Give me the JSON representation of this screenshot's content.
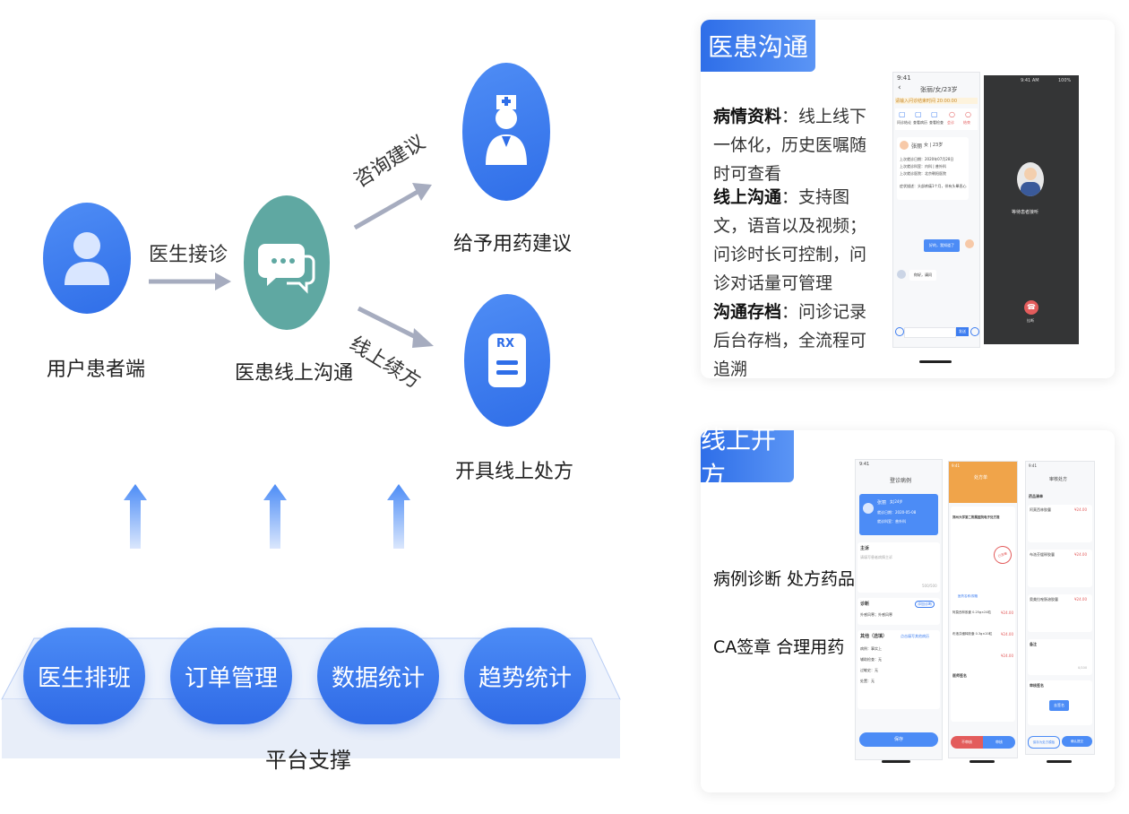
{
  "flow": {
    "patient": "用户患者端",
    "accept": "医生接诊",
    "comm": "医患线上沟通",
    "consult": "咨询建议",
    "renew": "线上续方",
    "advice": "给予用药建议",
    "prescribe": "开具线上处方",
    "rx": "RX"
  },
  "platform": {
    "items": [
      "医生排班",
      "订单管理",
      "数据统计",
      "趋势统计"
    ],
    "label": "平台支撑"
  },
  "card1": {
    "tag": "医患沟通",
    "items": [
      {
        "title": "病情资料",
        "text": "：线上线下一体化，历史医嘱随时可查看"
      },
      {
        "title": "线上沟通",
        "text": "：支持图文，语音以及视频；问诊时长可控制，问诊对话量可管理"
      },
      {
        "title": "沟通存档",
        "text": "：问诊记录后台存档，全流程可追溯"
      }
    ],
    "phone1": {
      "time": "9:41",
      "title": "张丽/女/23岁",
      "banner": "请输入问诊结束时间 20:00:00",
      "tabs": [
        "问诊结论",
        "查看病历",
        "查看检查",
        "会诊",
        "结束"
      ],
      "patient_name": "张丽",
      "patient_info": "女 | 23岁",
      "lines": [
        "上次就诊日期：2020年07月28日",
        "上次就诊科室：内科 | 普外科",
        "上次就诊医院：北京朝阳医院"
      ],
      "desc": "症状描述：头部疼痛1个月，伴有头晕恶心",
      "reply": "好的，我知道了",
      "msg": "你好，请问",
      "send": "发送"
    },
    "phone2": {
      "time": "9:41 AM",
      "battery": "100%",
      "caption": "等待患者接听",
      "hangup": "挂断"
    }
  },
  "card2": {
    "tag": "线上开方",
    "items": [
      "病例诊断 处方药品",
      "CA签章  合理用药"
    ],
    "phone1": {
      "time": "9:41",
      "title": "登诊病例",
      "name": "张丽",
      "info": "女|24岁",
      "date": "就诊日期：2020-05-08",
      "dept": "就诊科室：普外科",
      "chief": "主诉",
      "chief_ph": "请填写患者病情主诉",
      "count": "500/500",
      "diag": "诊断",
      "diag_btn": "添加诊断",
      "diag_val": "外感风寒；外感风寒",
      "other": "其他（选填）",
      "other_link": "点击填写其他病历",
      "other_lines": [
        "病例：事实上",
        "辅助检查：无",
        "过敏史：无",
        "处置：无"
      ],
      "save": "保存"
    },
    "phone2": {
      "time": "9:41",
      "title": "处方单",
      "hosp": "郑州大学第二附属医院电子处方笺",
      "stamp": "已签章",
      "meds": [
        "医药名称/规格",
        "阿莫西林胶囊 0.25g×24粒",
        "布洛芬缓释胶囊 0.3g×20粒"
      ],
      "price": "¥24.00",
      "total": "¥24.00",
      "sig": "医师签名",
      "btn_reject": "不审核",
      "btn_pass": "审核"
    },
    "phone3": {
      "time": "9:41",
      "title": "审核处方",
      "sec": "药品清单",
      "drugs": [
        "阿莫西林胶囊",
        "布洛芬缓释胶囊",
        "奥美拉唑肠溶胶囊"
      ],
      "price": "¥24.00",
      "note": "备注",
      "count": "0/100",
      "sign": "审核签名",
      "sign_btn": "去签名",
      "btn1": "保存为处方模板",
      "btn2": "确认提交"
    }
  },
  "colors": {
    "primary": "#3d7df0",
    "teal": "#5fa8a2",
    "arrow": "#a6acbf",
    "orange": "#f0a44a",
    "red": "#e35c5c"
  }
}
